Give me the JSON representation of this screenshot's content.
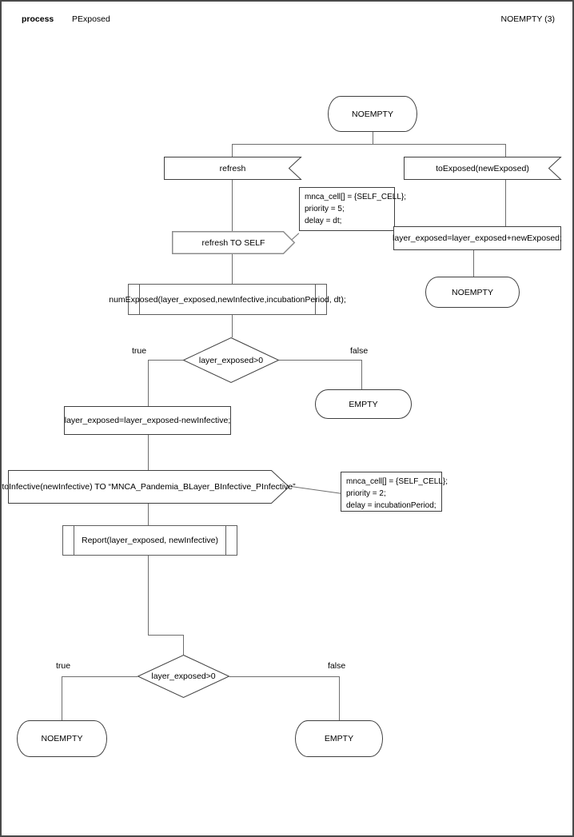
{
  "header": {
    "kind": "process",
    "title": "PExposed",
    "right_label": "NOEMPTY (3)"
  },
  "nodes": {
    "start_state": "NOEMPTY",
    "input_refresh": "refresh",
    "input_to_exposed": "toExposed(newExposed)",
    "output_refresh_self": "refresh TO SELF",
    "assign_add": "layer_exposed=layer_exposed+newExposed;",
    "state_noempty_right": "NOEMPTY",
    "proc_num_exposed": "numExposed(layer_exposed,newInfective,incubationPeriod, dt);",
    "decision1": "layer_exposed>0",
    "state_empty_right": "EMPTY",
    "assign_sub": "layer_exposed=layer_exposed-newInfective;",
    "output_to_infective": "toInfective(newInfective) TO “MNCA_Pandemia_BLayer_BInfective_PInfective”",
    "proc_report": "Report(layer_exposed, newInfective)",
    "decision2": "layer_exposed>0",
    "state_noempty_bottom": "NOEMPTY",
    "state_empty_bottom": "EMPTY"
  },
  "notes": {
    "refresh_note": {
      "line1": "mnca_cell[] = {SELF_CELL};",
      "line2": "priority = 5;",
      "line3": "delay = dt;"
    },
    "infective_note": {
      "line1": "mnca_cell[] = {SELF_CELL};",
      "line2": "priority = 2;",
      "line3": "delay = incubationPeriod;"
    }
  },
  "edge_labels": {
    "true1": "true",
    "false1": "false",
    "true2": "true",
    "false2": "false"
  },
  "colors": {
    "shape_border": "#3f3f3f",
    "muted_border": "#8c8c8c",
    "connector": "#6e6e6e",
    "background": "#ffffff",
    "text": "#000000"
  }
}
